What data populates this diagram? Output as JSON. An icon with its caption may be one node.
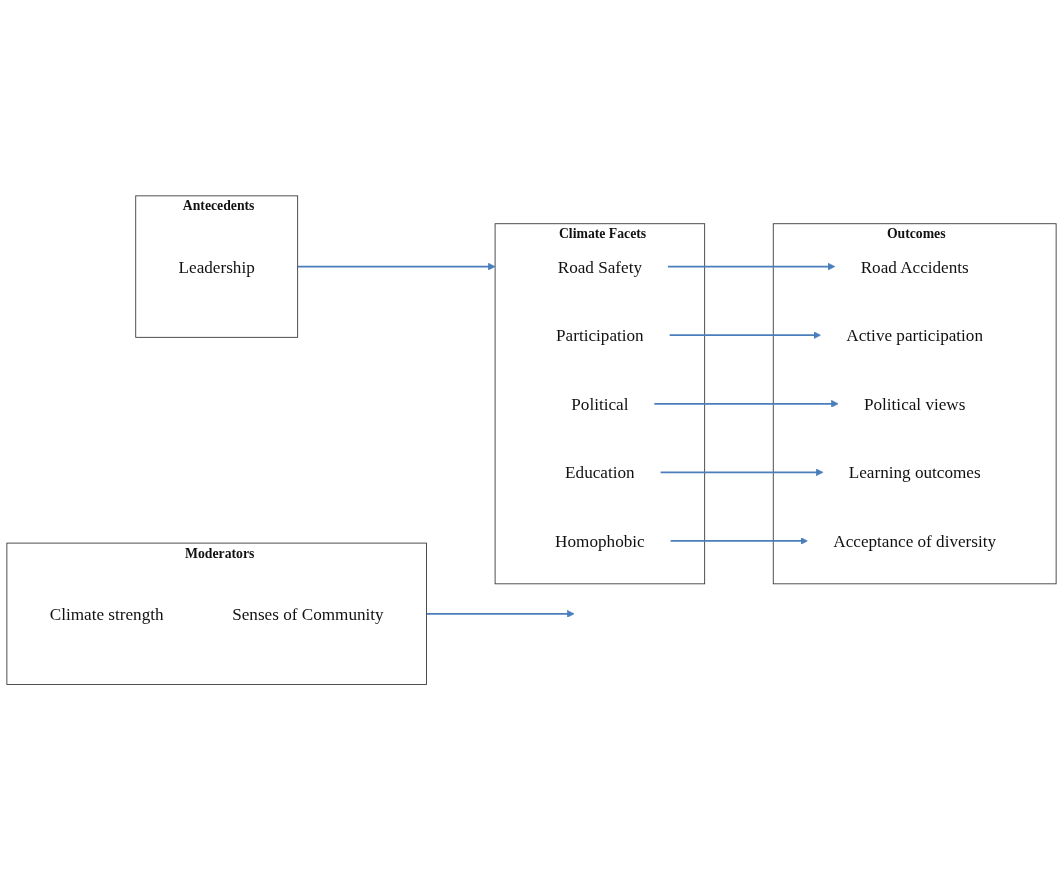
{
  "diagram": {
    "nodes": [
      {
        "text": [
          "Antecedents"
        ]
      },
      {
        "text": [
          "Leadership"
        ],
        "in": 0
      },
      {
        "text": [
          "Climate Facets"
        ]
      },
      {
        "text": [
          "Road Safety"
        ],
        "in": 2
      },
      {
        "text": [
          "Participation"
        ],
        "in": 2
      },
      {
        "text": [
          "Political"
        ],
        "in": 2
      },
      {
        "text": [
          "Education"
        ],
        "in": 2
      },
      {
        "text": [
          "Homophobic"
        ],
        "in": 2
      },
      {
        "text": [
          "Outcomes"
        ]
      },
      {
        "text": [
          "Road Accidents"
        ],
        "in": 8
      },
      {
        "text": [
          "Active participation"
        ],
        "in": 8
      },
      {
        "text": [
          "Political views"
        ],
        "in": 8
      },
      {
        "text": [
          "Learning outcomes"
        ],
        "in": 8
      },
      {
        "text": [
          "Acceptance of diversity"
        ],
        "in": 8
      },
      {
        "text": [
          "Moderators"
        ]
      },
      {
        "text": [
          "Climate strength"
        ],
        "in": 14
      },
      {
        "text": [
          "Senses of Community"
        ],
        "in": 14
      }
    ],
    "edges": [
      {
        "from": 0,
        "to": 2,
        "arrow": "to"
      },
      {
        "from": 3,
        "to": 9,
        "arrow": "to"
      },
      {
        "from": 4,
        "to": 10,
        "arrow": "to"
      },
      {
        "from": 5,
        "to": 11,
        "arrow": "to"
      },
      {
        "from": 6,
        "to": 12,
        "arrow": "to"
      },
      {
        "from": 7,
        "to": 13,
        "arrow": "to"
      },
      {
        "from": 14,
        "to": null,
        "arrow": "to"
      }
    ]
  }
}
